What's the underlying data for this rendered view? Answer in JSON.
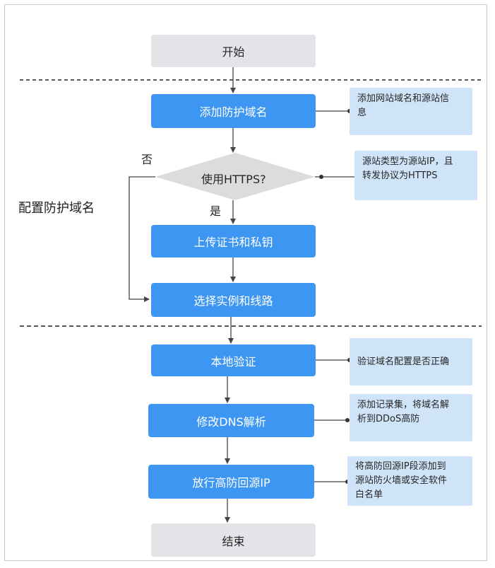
{
  "section_label": "配置防护域名",
  "nodes": {
    "start": "开始",
    "add_domain": "添加防护域名",
    "https_question": "使用HTTPS?",
    "upload_cert": "上传证书和私钥",
    "select_instance": "选择实例和线路",
    "local_verify": "本地验证",
    "modify_dns": "修改DNS解析",
    "allow_ip": "放行高防回源IP",
    "end": "结束"
  },
  "branches": {
    "no": "否",
    "yes": "是"
  },
  "notes": {
    "add_domain": [
      "添加网站域名和源站信",
      "息"
    ],
    "https": [
      "源站类型为源站IP，且",
      "转发协议为HTTPS"
    ],
    "local_verify": [
      "验证域名配置是否正确"
    ],
    "modify_dns": [
      "添加记录集，将域名解",
      "析到DDoS高防"
    ],
    "allow_ip": [
      "将高防回源IP段添加到",
      "源站防火墙或安全软件",
      "白名单"
    ]
  }
}
